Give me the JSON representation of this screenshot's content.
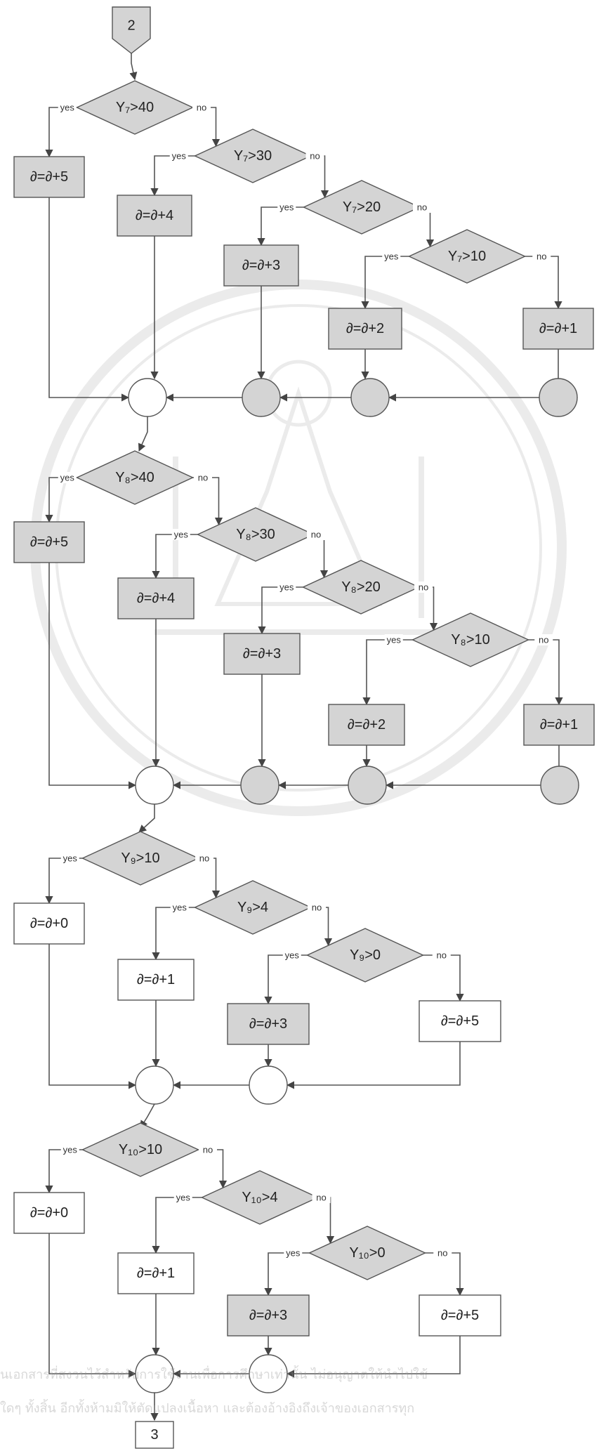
{
  "connectors": {
    "start": "2",
    "end": "3"
  },
  "edge_labels": {
    "yes": "yes",
    "no": "no"
  },
  "blocks": [
    {
      "variable": "Y7",
      "conditions": [
        "Y₇>40",
        "Y₇>30",
        "Y₇>20",
        "Y₇>10"
      ],
      "actions": [
        "∂=∂+5",
        "∂=∂+4",
        "∂=∂+3",
        "∂=∂+2",
        "∂=∂+1"
      ]
    },
    {
      "variable": "Y8",
      "conditions": [
        "Y₈>40",
        "Y₈>30",
        "Y₈>20",
        "Y₈>10"
      ],
      "actions": [
        "∂=∂+5",
        "∂=∂+4",
        "∂=∂+3",
        "∂=∂+2",
        "∂=∂+1"
      ]
    },
    {
      "variable": "Y9",
      "conditions": [
        "Y₉>10",
        "Y₉>4",
        "Y₉>0"
      ],
      "actions": [
        "∂=∂+0",
        "∂=∂+1",
        "∂=∂+3",
        "∂=∂+5"
      ]
    },
    {
      "variable": "Y10",
      "conditions": [
        "Y₁₀>10",
        "Y₁₀>4",
        "Y₁₀>0"
      ],
      "actions": [
        "∂=∂+0",
        "∂=∂+1",
        "∂=∂+3",
        "∂=∂+5"
      ]
    }
  ],
  "watermark": {
    "line1": "นเอกสารที่สงวนไว้สำหรับการใช้งานเพื่อการศึกษาเท่านั้น ไม่อนุญาตให้นำไปใช้",
    "line2": "ใดๆ ทั้งสิ้น อีกทั้งห้ามมิให้ตัดแปลงเนื้อหา และต้องอ้างอิงถึงเจ้าของเอกสารทุก"
  },
  "colors": {
    "shaded_fill": "#d4d4d4",
    "plain_fill": "#ffffff",
    "stroke": "#555555",
    "watermark": "#c8c8c8"
  }
}
